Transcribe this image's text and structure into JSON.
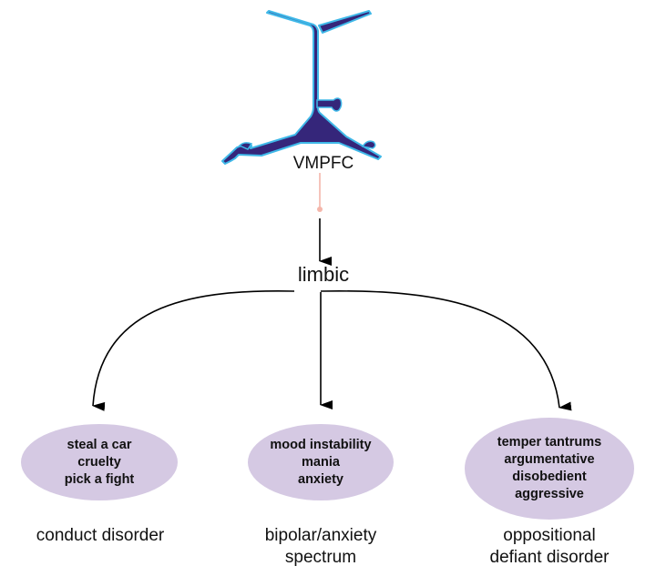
{
  "source_node": {
    "label": "VMPFC",
    "icon": "neuron-icon"
  },
  "hub_node": {
    "label": "limbic"
  },
  "colors": {
    "neuron_fill": "#35267a",
    "neuron_outline": "#3fb8e8",
    "connector": "#f4b6aa",
    "oval_fill": "#d5c9e3",
    "arrow": "#000000"
  },
  "outcomes": [
    {
      "symptoms": "steal a car\ncruelty\npick a fight",
      "disorder": "conduct disorder"
    },
    {
      "symptoms": "mood instability\nmania\nanxiety",
      "disorder": "bipolar/anxiety\nspectrum"
    },
    {
      "symptoms": "temper tantrums\nargumentative\ndisobedient\naggressive",
      "disorder": "oppositional\ndefiant disorder"
    }
  ]
}
